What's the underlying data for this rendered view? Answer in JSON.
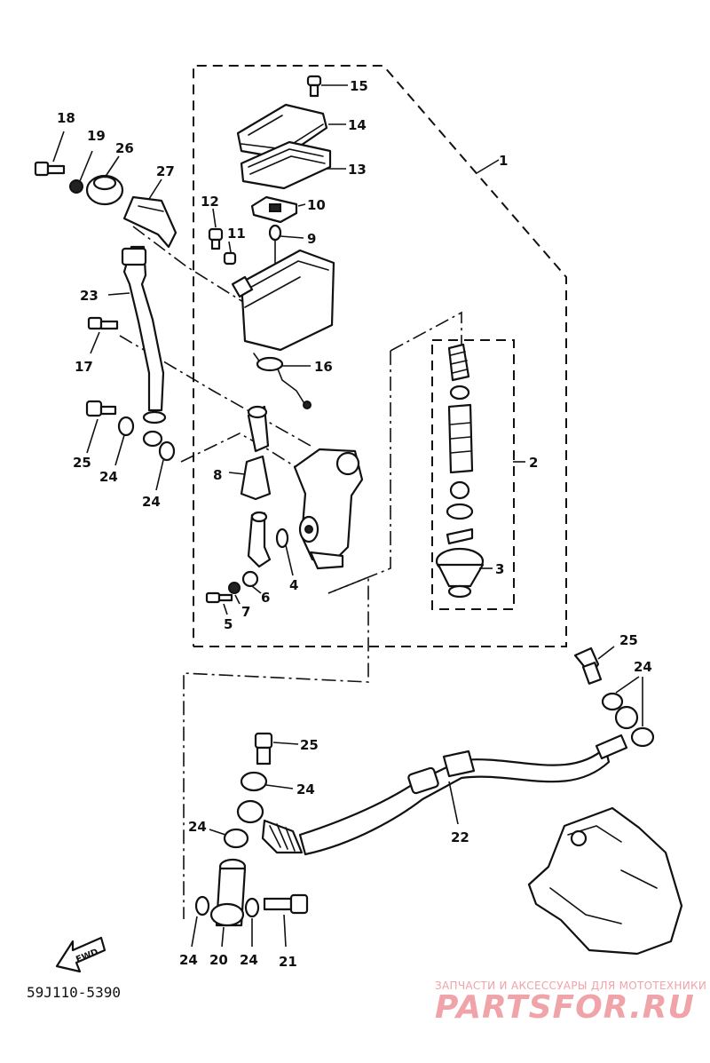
{
  "diagram_code": "59J110-5390",
  "fwd_label": "FWD",
  "watermark": {
    "tagline": "ЗАПЧАСТИ И АКСЕССУАРЫ ДЛЯ МОТОТЕХНИКИ",
    "brand": "PARTSFOR.RU"
  },
  "callouts": {
    "c1": "1",
    "c2": "2",
    "c3": "3",
    "c4": "4",
    "c5": "5",
    "c6": "6",
    "c7": "7",
    "c8": "8",
    "c9": "9",
    "c10": "10",
    "c11": "11",
    "c12": "12",
    "c13": "13",
    "c14": "14",
    "c15": "15",
    "c16": "16",
    "c17": "17",
    "c18": "18",
    "c19": "19",
    "c20": "20",
    "c21": "21",
    "c22": "22",
    "c23": "23",
    "c24": "24",
    "c25": "25",
    "c26": "26",
    "c27": "27"
  }
}
